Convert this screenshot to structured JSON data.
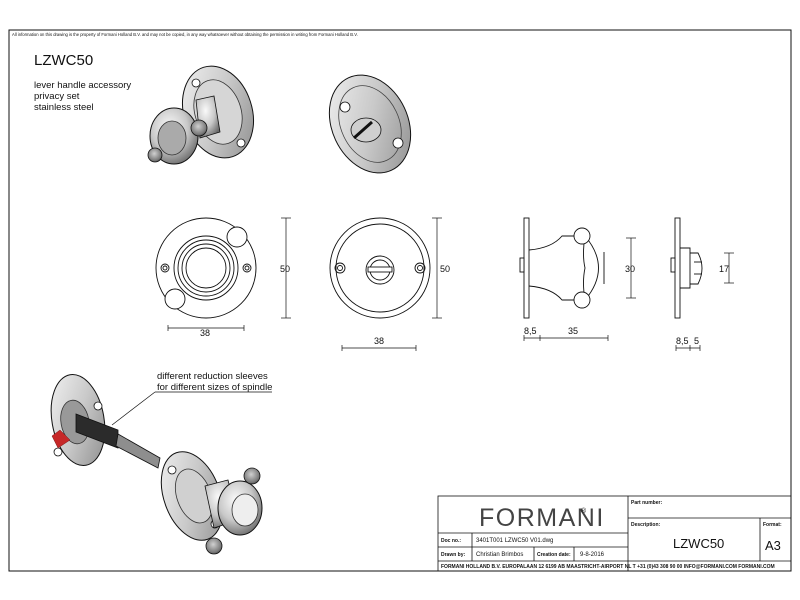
{
  "legal_notice": "All information on this drawing is the property of Formani Holland B.V. and may not be copied, in any way whatsoever without obtaining the permission in writing from Formani Holland B.V.",
  "product": {
    "code": "LZWC50",
    "description_lines": [
      "lever handle accessory",
      "privacy set",
      "stainless steel"
    ]
  },
  "views": {
    "front_knob": {
      "height": "50",
      "width": "38"
    },
    "front_plate": {
      "height": "50",
      "width": "38"
    },
    "side_knob": {
      "depth_rose": "8,5",
      "depth_knob": "35",
      "knob_height": "30"
    },
    "side_plate": {
      "depth_rose": "8,5",
      "depth_turn": "5",
      "turn_height": "17"
    }
  },
  "callout": {
    "lines": [
      "different reduction sleeves",
      "for different sizes of spindle"
    ]
  },
  "title_block": {
    "brand": "FORMANI",
    "brand_mark": "®",
    "part_number_label": "Part number:",
    "part_number_value": "",
    "description_label": "Description:",
    "description_value": "LZWC50",
    "format_label": "Format:",
    "format_value": "A3",
    "doc_no_label": "Doc no.:",
    "doc_no_value": "3401T001 LZWC50 V01.dwg",
    "drawn_by_label": "Drawn by:",
    "drawn_by_value": "Christian Brimbos",
    "creation_date_label": "Creation date:",
    "creation_date_value": "9-8-2016",
    "address": "FORMANI HOLLAND B.V.   EUROPALAAN 12  6199 AB MAASTRICHT-AIRPORT NL  T +31 (0)43 308 90 00 INFO@FORMANI.COM FORMANI.COM"
  },
  "colors": {
    "line": "#111111",
    "metal_light": "#e8e8e8",
    "metal_mid": "#b9b9b9",
    "metal_dark": "#555555",
    "accent_red": "#c62828"
  }
}
